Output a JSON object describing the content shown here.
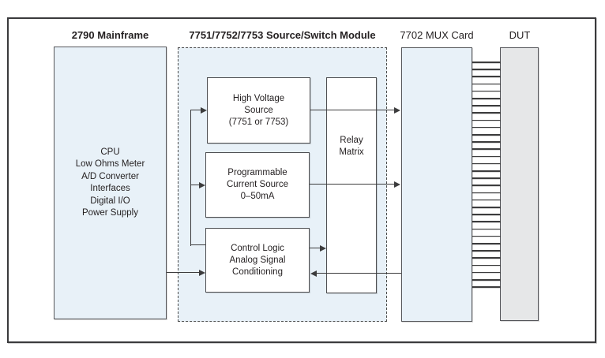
{
  "colors": {
    "panel_fill": "#e8f1f8",
    "dut_fill": "#e6e7e8",
    "line": "#3c3c3d",
    "text": "#231f20",
    "frame": "#3a3a3c"
  },
  "mainframe": {
    "title": "2790 Mainframe",
    "items": [
      "CPU",
      "Low Ohms Meter",
      "A/D Converter",
      "Interfaces",
      "Digital I/O",
      "Power Supply"
    ]
  },
  "module": {
    "title": "7751/7752/7753 Source/Switch Module",
    "high_voltage_source": {
      "line1": "High Voltage",
      "line2": "Source",
      "line3": "(7751 or 7753)"
    },
    "current_source": {
      "line1": "Programmable",
      "line2": "Current Source",
      "line3": "0–50mA"
    },
    "control_logic": {
      "line1": "Control Logic",
      "line2": "Analog Signal",
      "line3": "Conditioning"
    },
    "relay_matrix": {
      "line1": "Relay",
      "line2": "Matrix"
    }
  },
  "mux_card": {
    "title": "7702 MUX Card",
    "ladder_rungs": 32
  },
  "dut": {
    "title": "DUT"
  }
}
